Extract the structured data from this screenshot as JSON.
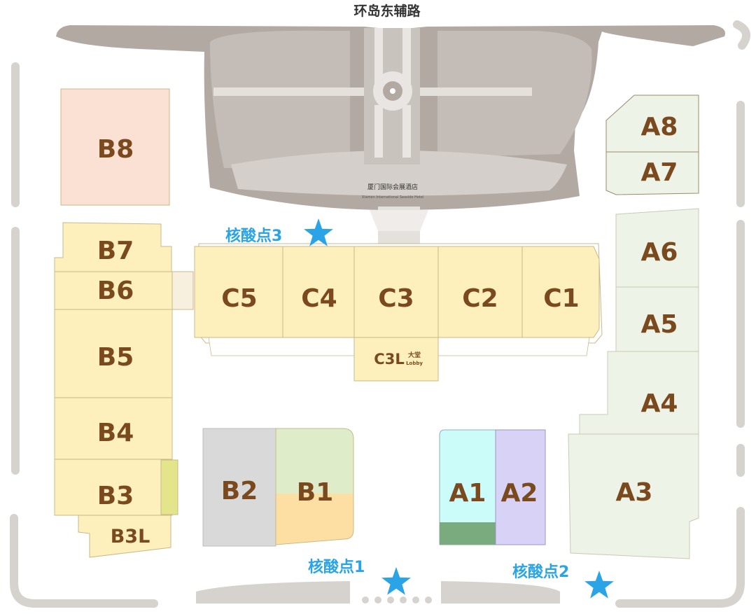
{
  "road_name": "环岛东辅路",
  "hotel": {
    "name_cn": "厦门国际会展酒店",
    "name_en": "Xiamen International Seaside Hotel"
  },
  "halls": {
    "B8": "B8",
    "B7": "B7",
    "B6": "B6",
    "B5": "B5",
    "B4": "B4",
    "B3": "B3",
    "B3L": "B3L",
    "B2": "B2",
    "B1": "B1",
    "C5": "C5",
    "C4": "C4",
    "C3": "C3",
    "C2": "C2",
    "C1": "C1",
    "C3L": "C3L",
    "C3L_lobby_cn": "大堂",
    "C3L_lobby_en": "Lobby",
    "A8": "A8",
    "A7": "A7",
    "A6": "A6",
    "A5": "A5",
    "A4": "A4",
    "A3": "A3",
    "A2": "A2",
    "A1": "A1"
  },
  "test_points": [
    {
      "label": "核酸点1",
      "icon": "star-icon"
    },
    {
      "label": "核酸点2",
      "icon": "star-icon"
    },
    {
      "label": "核酸点3",
      "icon": "star-icon"
    }
  ],
  "colors": {
    "hall_yellow": "#fdf0bd",
    "hall_border": "#c9b98a",
    "label_brown": "#7a4a1e",
    "marker_blue": "#2aa4e6",
    "plaza_gray": "#b2a9a3",
    "b8_pink": "#fbe1d3",
    "a_green": "#eef3e7"
  }
}
